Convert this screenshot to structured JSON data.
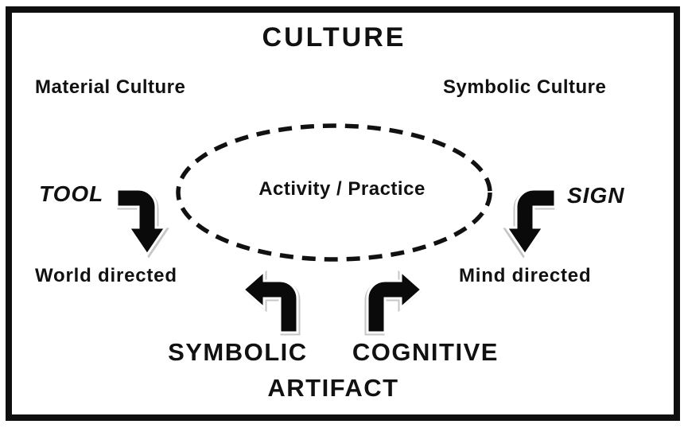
{
  "diagram": {
    "title": "CULTURE",
    "regions": {
      "material_culture_label": "Material Culture",
      "symbolic_culture_label": "Symbolic Culture"
    },
    "center": {
      "activity_label": "Activity / Practice"
    },
    "left_flow": {
      "tool_label": "TOOL",
      "world_directed_label": "World directed"
    },
    "right_flow": {
      "sign_label": "SIGN",
      "mind_directed_label": "Mind directed"
    },
    "bottom": {
      "artifact_line1": "SYMBOLIC  COGNITIVE",
      "artifact_line2": "ARTIFACT"
    },
    "icons": {
      "tool_arrow": "elbow-arrow-left-to-down",
      "sign_arrow": "elbow-arrow-right-to-down",
      "world_arrow": "elbow-arrow-up-to-left",
      "mind_arrow": "elbow-arrow-up-to-right",
      "activity_boundary": "dashed-ellipse"
    },
    "colors": {
      "ink": "#111111",
      "background": "#ffffff",
      "arrow_fill": "#0a0a0a",
      "arrow_outline": "#ffffff",
      "arrow_shadow": "#c6c6c6"
    }
  }
}
